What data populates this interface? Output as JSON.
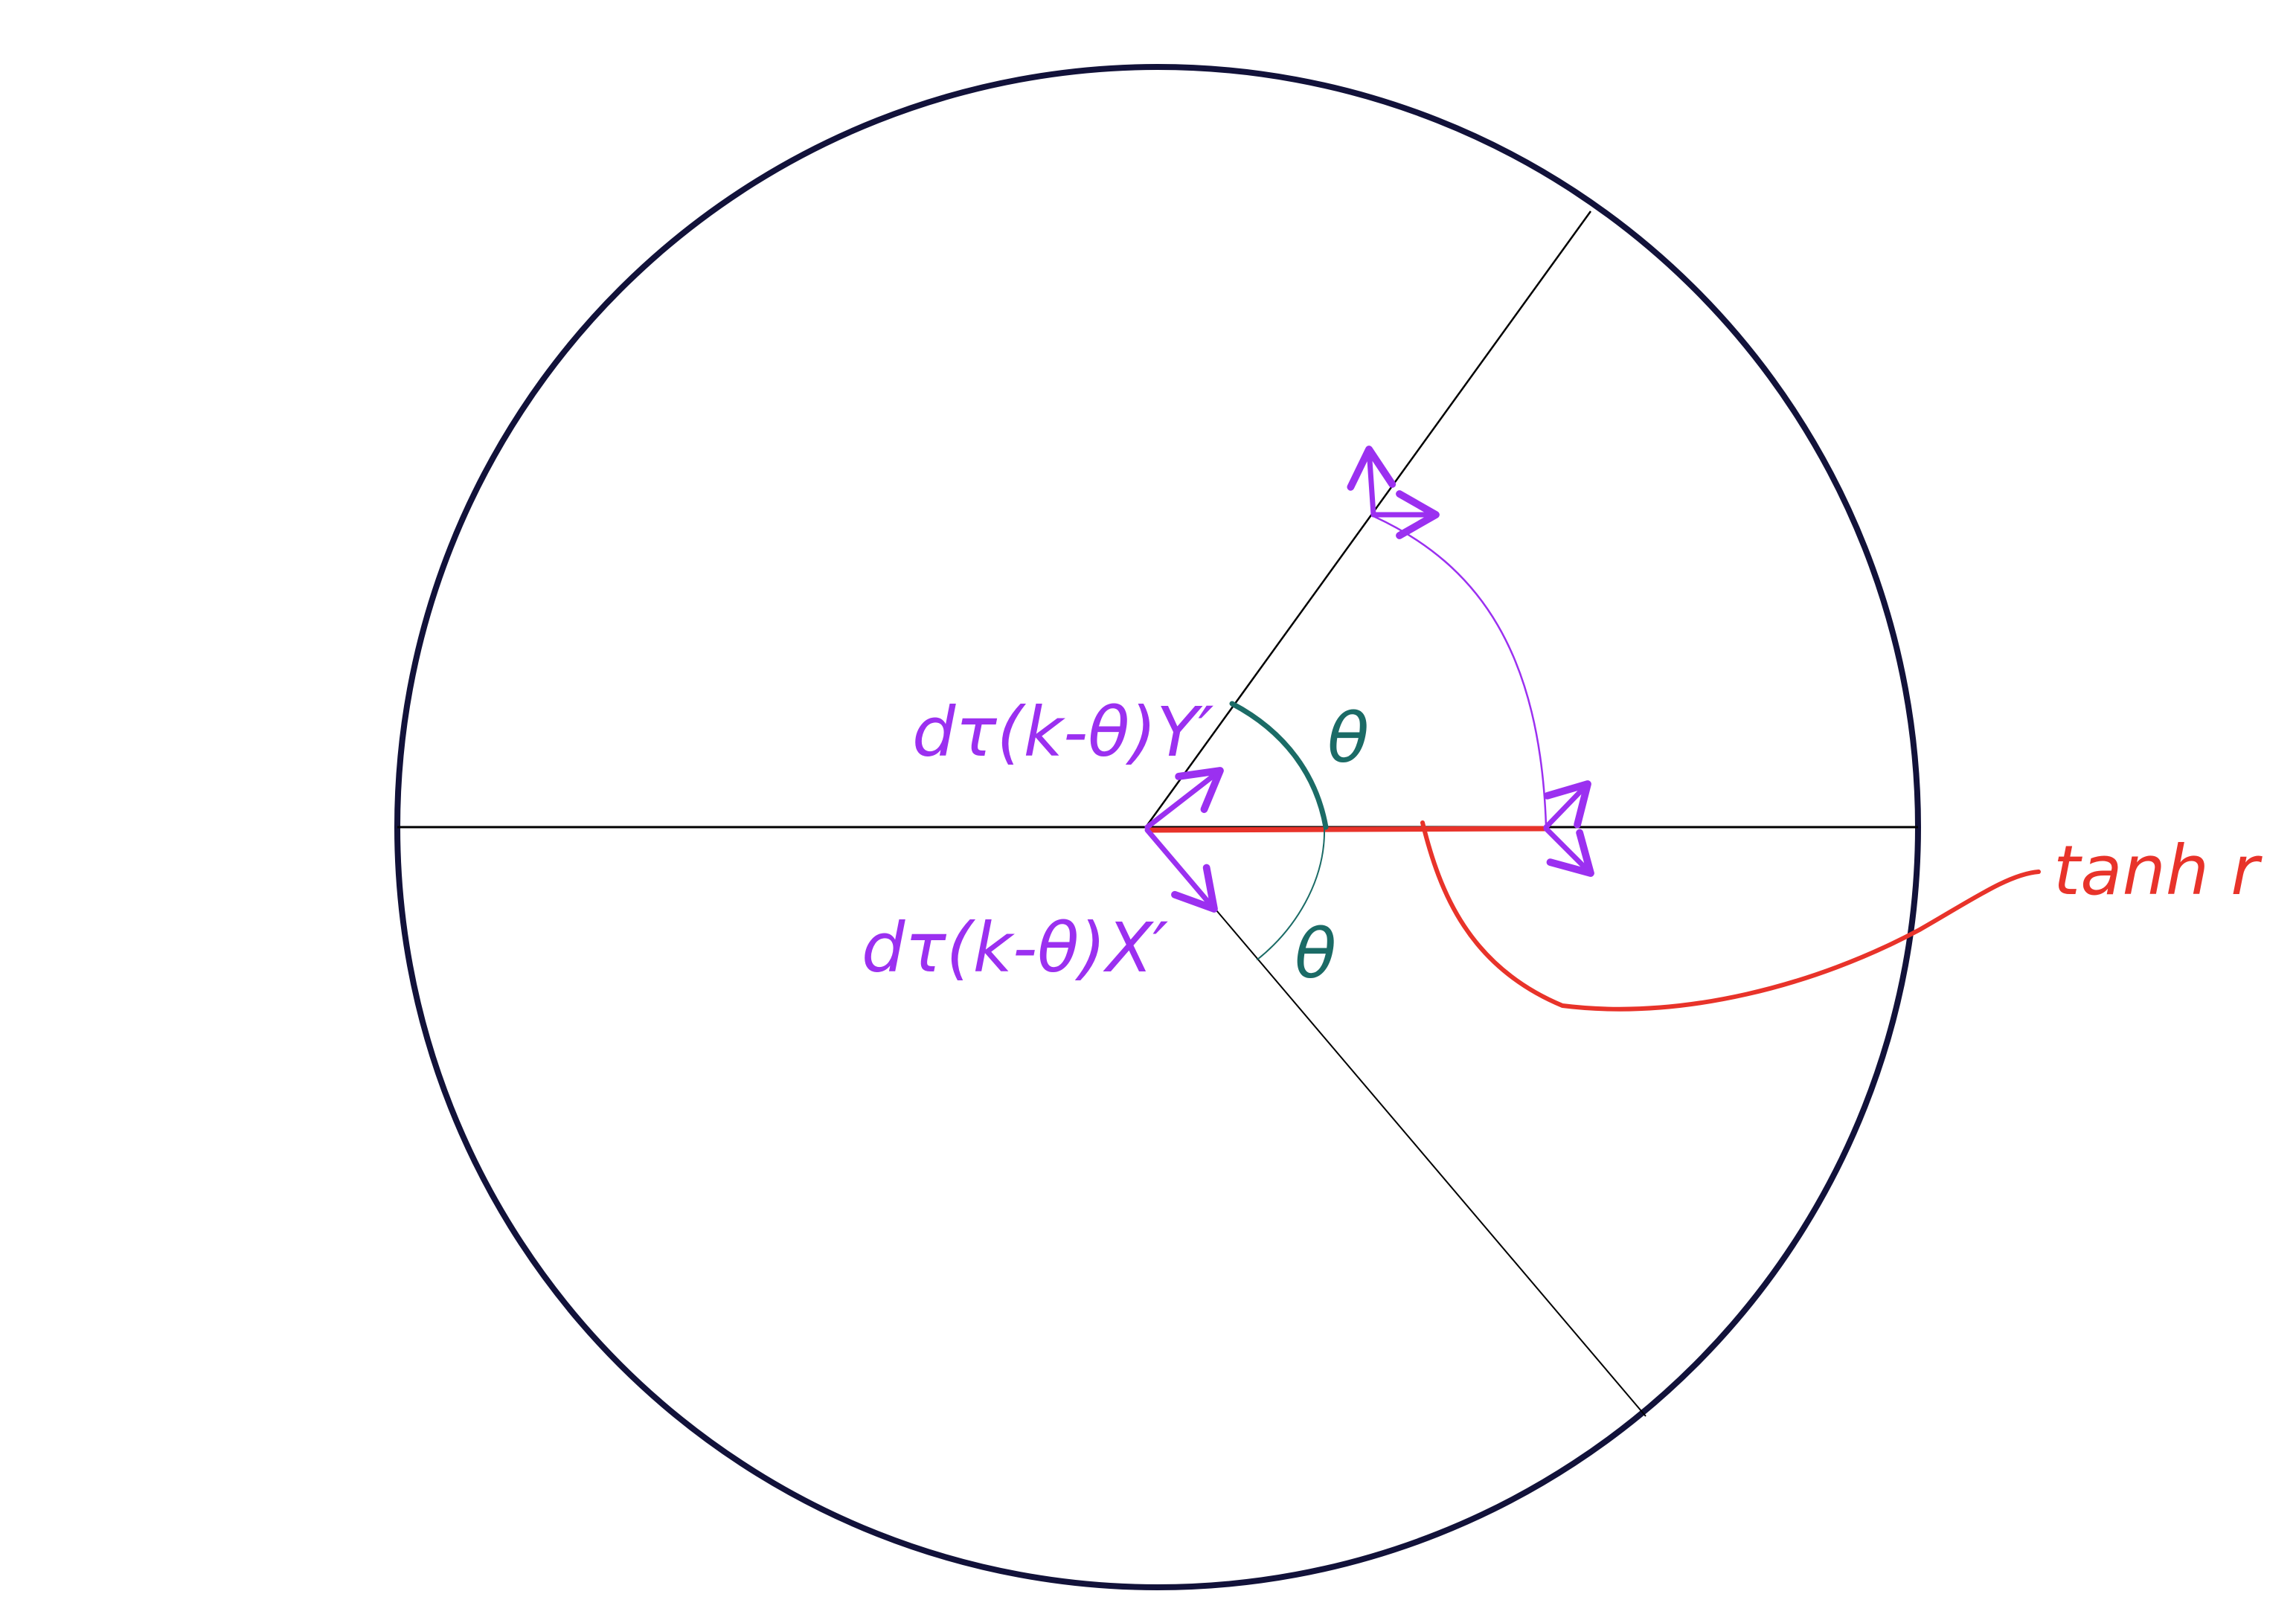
{
  "colors": {
    "outline": "#12123a",
    "line": "#000000",
    "purple": "#9b30f0",
    "teal": "#1b6b66",
    "red": "#e8332a",
    "background": "#ffffff"
  },
  "labels": {
    "upper_vector": "dτ(k-θ)Y′",
    "lower_vector": "dτ(k-θ)X′",
    "upper_angle": "θ",
    "lower_angle": "θ",
    "radius": "tanh r"
  }
}
